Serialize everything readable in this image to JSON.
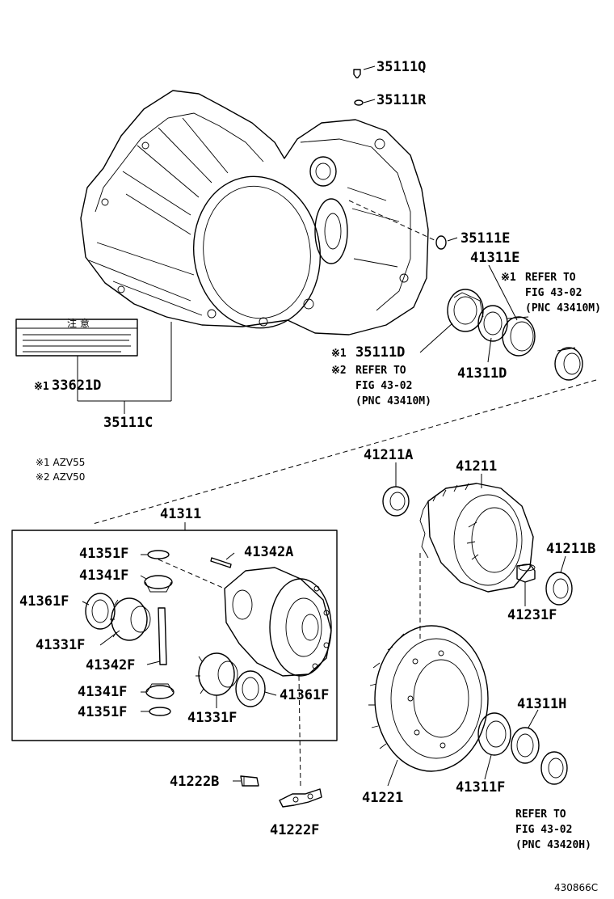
{
  "parts": {
    "p35111Q": "35111Q",
    "p35111R": "35111R",
    "p35111E": "35111E",
    "p41311E": "41311E",
    "p35111D": "35111D",
    "p41311D": "41311D",
    "p33621D": "33621D",
    "p35111C": "35111C",
    "p41211A": "41211A",
    "p41211": "41211",
    "p41211B": "41211B",
    "p41231F": "41231F",
    "p41311": "41311",
    "p41351F_top": "41351F",
    "p41342A": "41342A",
    "p41341F_top": "41341F",
    "p41361F_left": "41361F",
    "p41331F_left": "41331F",
    "p41342F": "41342F",
    "p41341F_bot": "41341F",
    "p41351F_bot": "41351F",
    "p41331F_bot": "41331F",
    "p41361F_right": "41361F",
    "p41311H": "41311H",
    "p41221": "41221",
    "p41311F": "41311F",
    "p41222B": "41222B",
    "p41222F": "41222F"
  },
  "marks": {
    "m1": "※1",
    "m2": "※2"
  },
  "refs": {
    "ref1_line1": "REFER TO",
    "ref1_line2": "FIG 43-02",
    "ref1_line3": "(PNC 43410M)",
    "ref2_line1": "REFER TO",
    "ref2_line2": "FIG 43-02",
    "ref2_line3": "(PNC 43410M)",
    "ref3_line1": "REFER TO",
    "ref3_line2": "FIG 43-02",
    "ref3_line3": "(PNC 43420H)"
  },
  "legend": {
    "l1": "※1 AZV55",
    "l2": "※2 AZV50"
  },
  "label_plate": {
    "title": "注 意"
  },
  "figure_number": "430866C"
}
